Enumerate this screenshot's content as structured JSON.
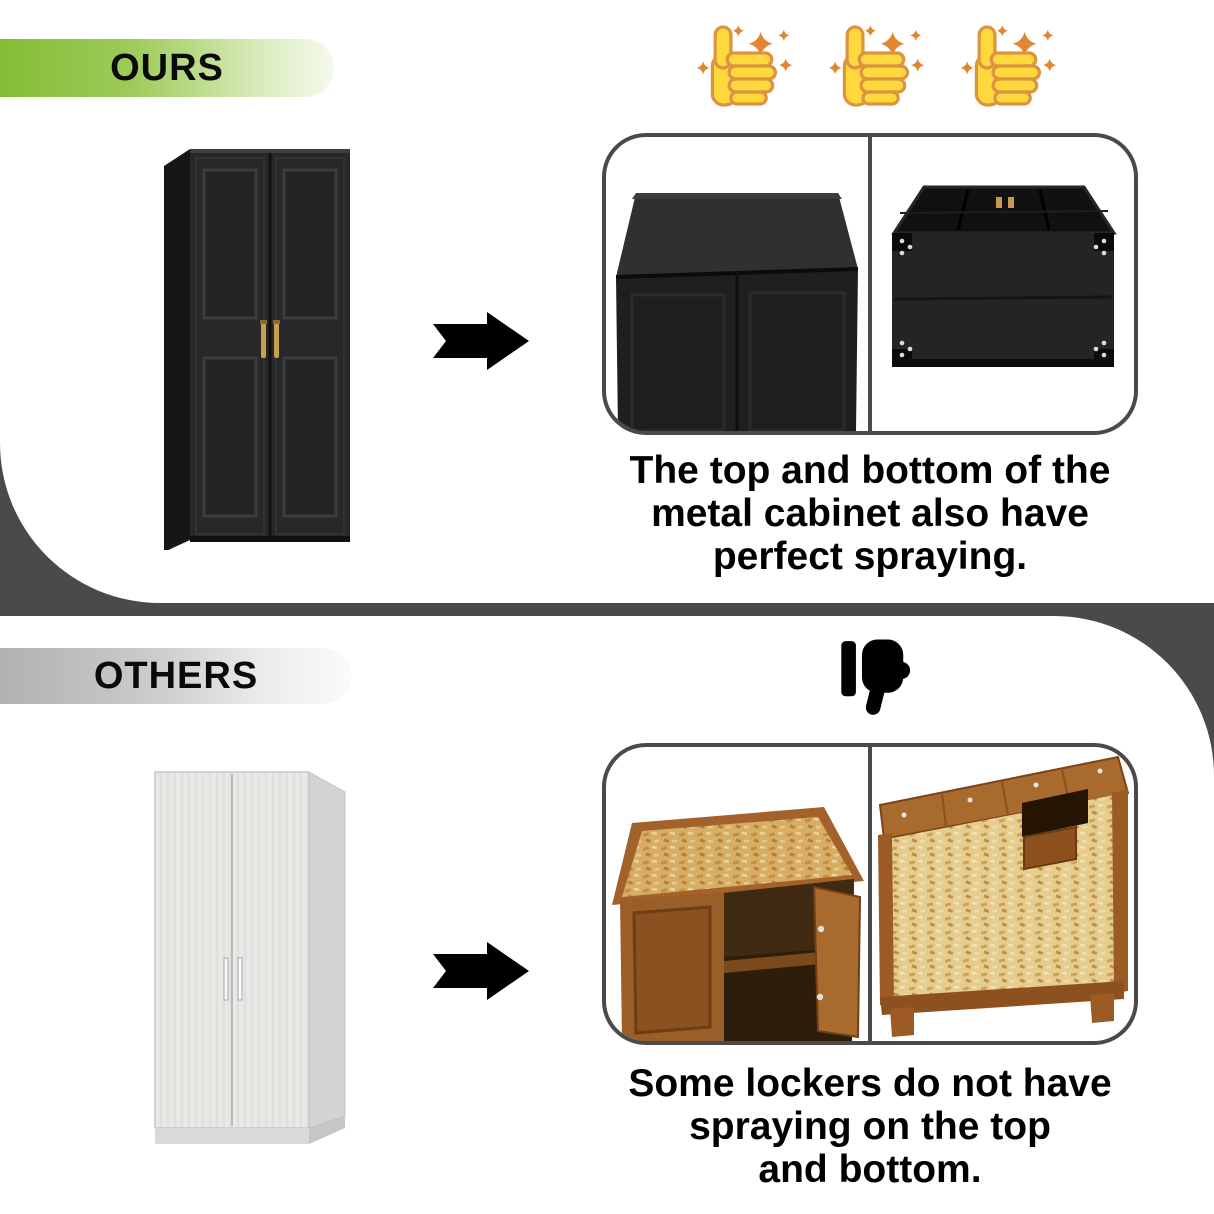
{
  "ours": {
    "label": "OURS",
    "caption_lines": [
      "The top and bottom of the",
      "metal cabinet also have",
      "perfect spraying."
    ],
    "rating": {
      "icon": "thumbs-up-sparkle",
      "count": 3
    },
    "detail_views": [
      "cabinet-top-view",
      "cabinet-bottom-view"
    ]
  },
  "others": {
    "label": "OTHERS",
    "caption_lines": [
      "Some lockers do not have",
      "spraying on the top",
      "and bottom."
    ],
    "rating": {
      "icon": "thumbs-down",
      "count": 1
    },
    "detail_views": [
      "locker-top-view",
      "locker-bottom-view"
    ]
  },
  "colors": {
    "background_band": "#4a4a4a",
    "ours_accent": "#84bd35",
    "others_accent": "#b1b1b1",
    "panel_border": "#4a4a4a",
    "emoji_yellow": "#ffd83d",
    "emoji_outline": "#dd9440",
    "sparkle_orange": "#e2862f",
    "text": "#000000"
  }
}
